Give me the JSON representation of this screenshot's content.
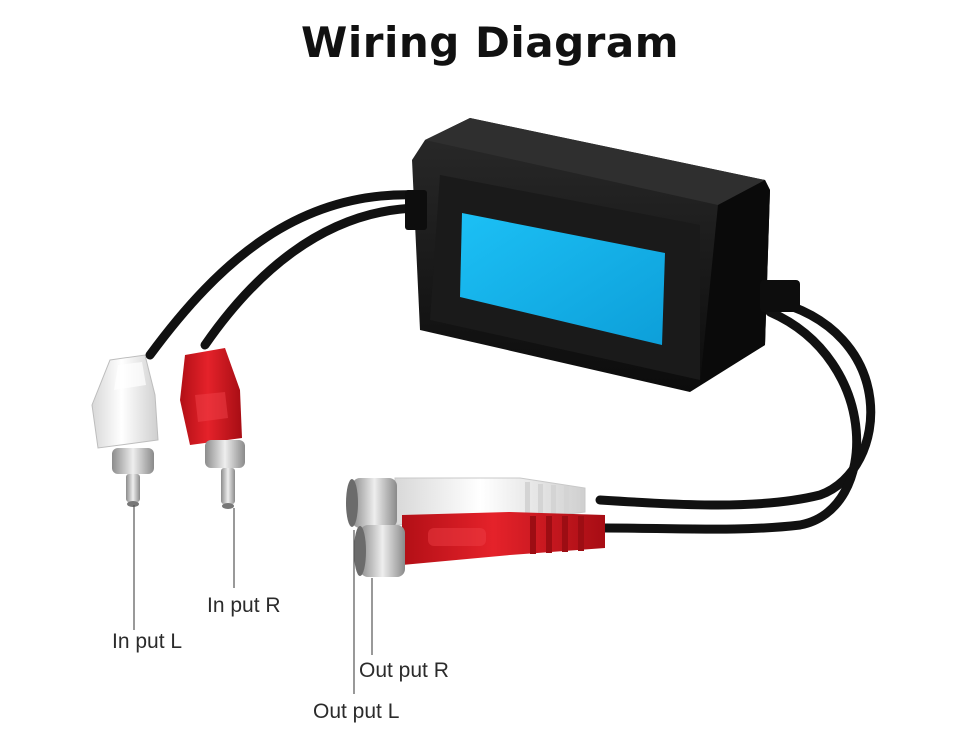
{
  "title": "Wiring Diagram",
  "labels": {
    "input_l": "In put L",
    "input_r": "In put R",
    "output_r": "Out put R",
    "output_l": "Out put L"
  },
  "icons": {
    "device": "ground-loop-isolator-icon",
    "input_l_plug": "rca-plug-white-icon",
    "input_r_plug": "rca-plug-red-icon",
    "output_l_jack": "rca-jack-white-icon",
    "output_r_jack": "rca-jack-red-icon"
  },
  "colors": {
    "body": "#141414",
    "panel": "#12b0ea",
    "white_plug": "#f3f3f3",
    "red_plug": "#d9151e",
    "metal": "#c9c9c9"
  }
}
